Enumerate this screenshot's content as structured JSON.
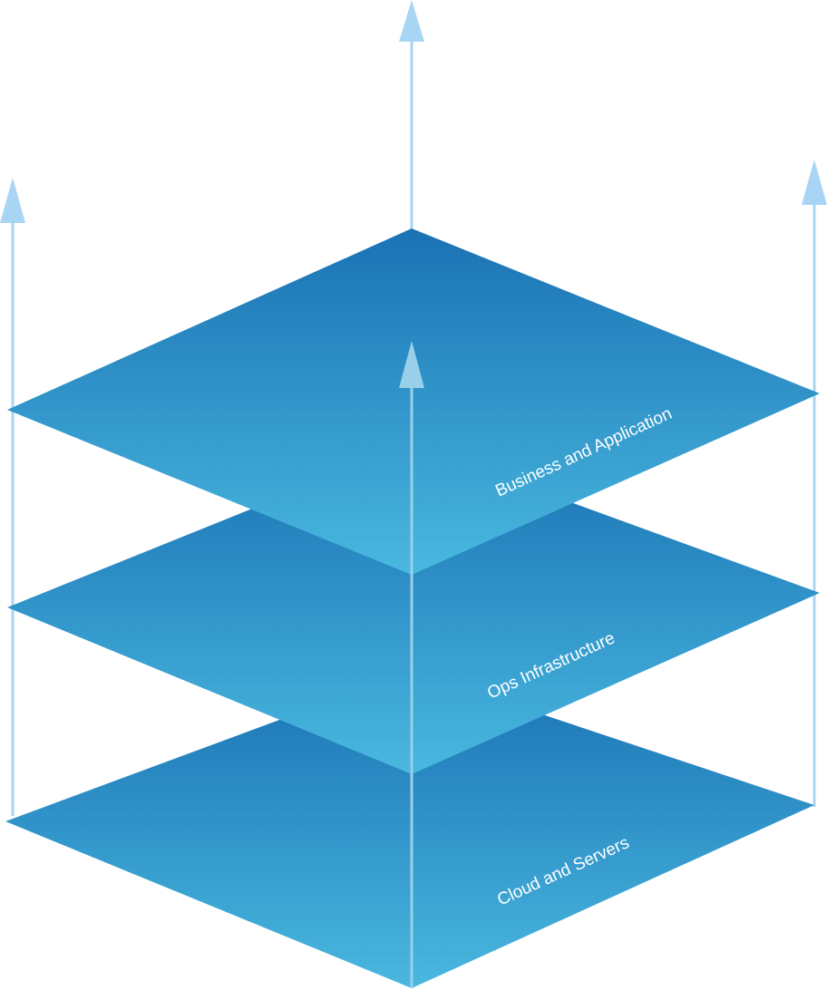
{
  "diagram": {
    "layers": [
      {
        "label": "Business and Application"
      },
      {
        "label": "Ops Infrastructure"
      },
      {
        "label": "Cloud and Servers"
      }
    ],
    "colors": {
      "layer_top": "#1a72b4",
      "layer_bottom": "#49b8df",
      "arrow_light": "#a9d5f5",
      "arrow_center": "#9acfe9"
    }
  }
}
